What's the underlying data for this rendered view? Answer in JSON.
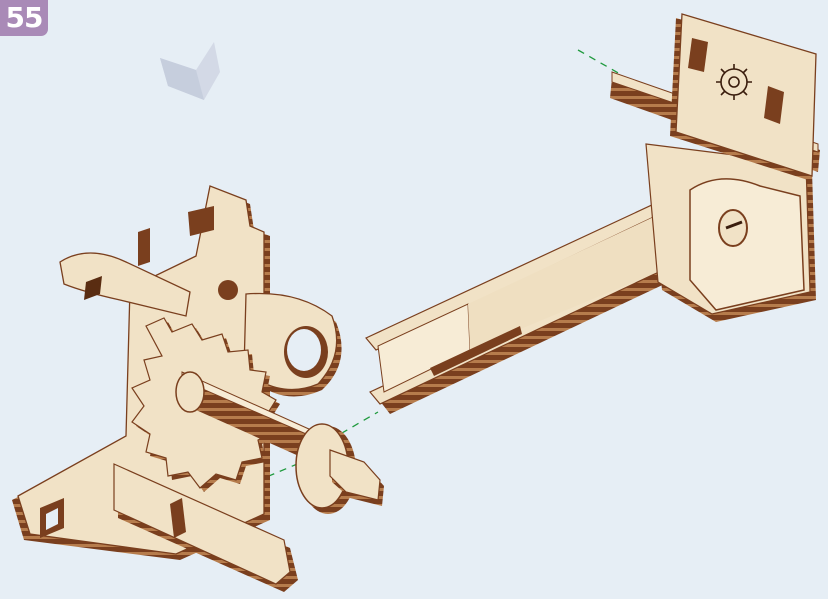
{
  "step": {
    "number": "55"
  },
  "icons": {
    "step_marker": "chevron-down-icon",
    "gear_emblem": "gear-icon"
  },
  "palette": {
    "background": "#e6eef5",
    "badge": "#a98ab7",
    "plywood_face": "#f1e2c6",
    "plywood_top": "#f7ecd6",
    "plywood_shade": "#e2ccaa",
    "plywood_edge_dark": "#7a3f1e",
    "plywood_edge_light": "#b67c4c",
    "guide_line": "#1f9a3e",
    "marker": "#d3d9e6"
  },
  "parts": [
    {
      "id": "base-bracket"
    },
    {
      "id": "gear"
    },
    {
      "id": "axle"
    },
    {
      "id": "lever-arm"
    },
    {
      "id": "gear-mark-plate"
    }
  ]
}
